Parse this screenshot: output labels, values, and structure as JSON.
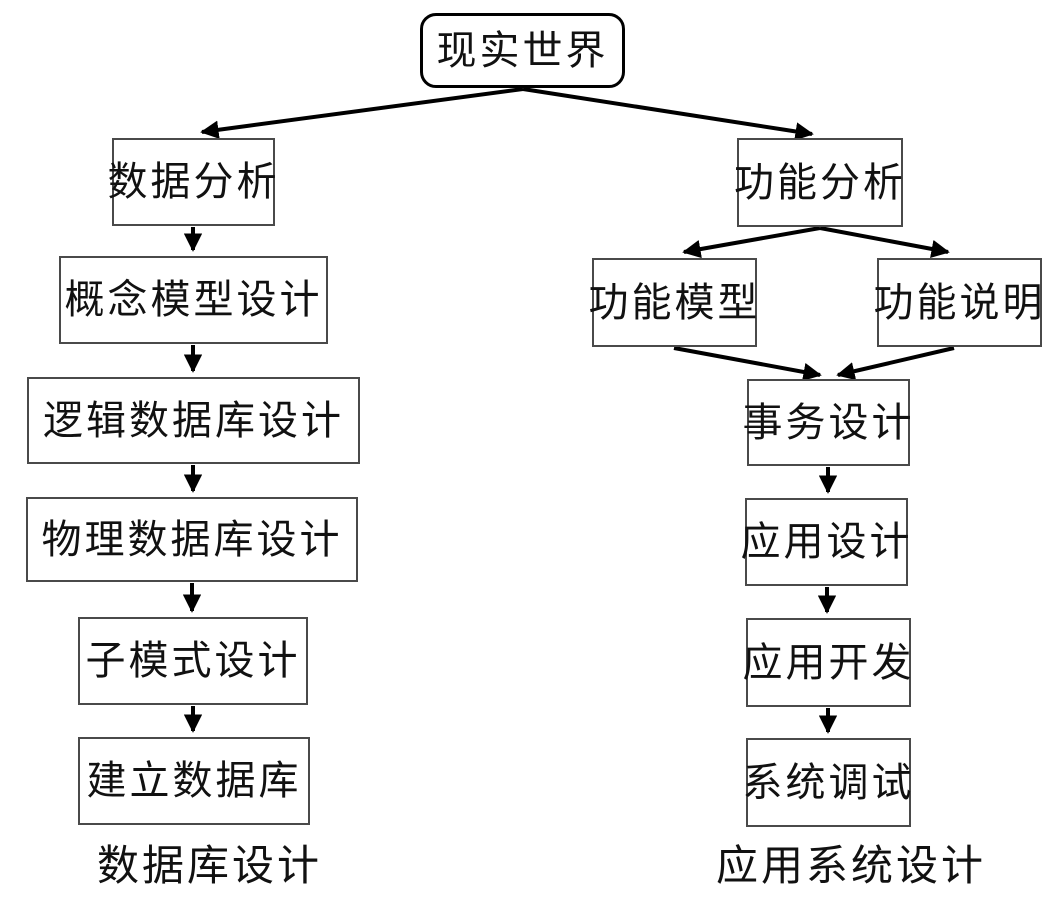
{
  "diagram": {
    "root": {
      "label": "现实世界"
    },
    "left_branch": {
      "nodes": [
        {
          "id": "data-analysis",
          "label": "数据分析"
        },
        {
          "id": "concept-model-design",
          "label": "概念模型设计"
        },
        {
          "id": "logical-database-design",
          "label": "逻辑数据库设计"
        },
        {
          "id": "physical-database-design",
          "label": "物理数据库设计"
        },
        {
          "id": "subschema-design",
          "label": "子模式设计"
        },
        {
          "id": "build-database",
          "label": "建立数据库"
        }
      ],
      "caption": "数据库设计"
    },
    "right_branch": {
      "nodes": [
        {
          "id": "function-analysis",
          "label": "功能分析"
        },
        {
          "id": "function-model",
          "label": "功能模型"
        },
        {
          "id": "function-description",
          "label": "功能说明"
        },
        {
          "id": "transaction-design",
          "label": "事务设计"
        },
        {
          "id": "application-design",
          "label": "应用设计"
        },
        {
          "id": "application-development",
          "label": "应用开发"
        },
        {
          "id": "system-debugging",
          "label": "系统调试"
        }
      ],
      "caption": "应用系统设计"
    },
    "colors": {
      "arrow": "#000000",
      "box_border": "#4a4a4a",
      "root_border": "#000000",
      "text": "#111111",
      "background": "#ffffff"
    }
  }
}
